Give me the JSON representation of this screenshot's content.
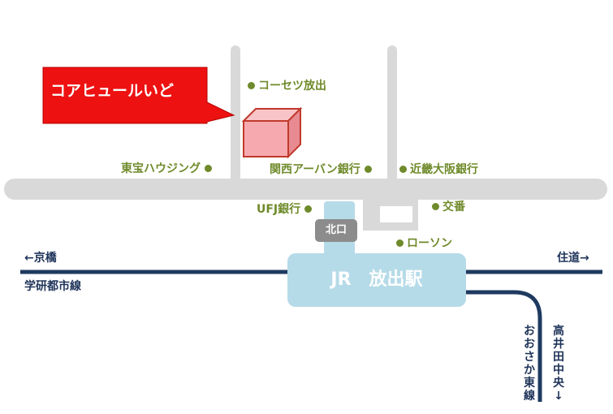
{
  "colors": {
    "road": "#d9d9d9",
    "railway": "#1f3a5f",
    "station": "#b6dbe8",
    "exit_box": "#8c8c8c",
    "landmark_text": "#6f8a2a",
    "callout": "#ee1111",
    "building": "#f4a6aa"
  },
  "callout": {
    "label": "コアヒュールいど"
  },
  "station": {
    "name": "JR　放出駅",
    "exit": "北口"
  },
  "landmarks": {
    "kosetsu": "コーセツ放出",
    "toho_housing": "東宝ハウジング",
    "kansai_urban_bank": "関西アーバン銀行",
    "kinki_osaka_bank": "近畿大阪銀行",
    "ufj_bank": "UFJ銀行",
    "police_box": "交番",
    "lawson": "ローソン"
  },
  "railway": {
    "left_direction": "←京橋",
    "right_direction": "住道→",
    "line_name": "学研都市線",
    "branch_line_name": "おおさか東線",
    "branch_direction": "高井田中央↓"
  },
  "icons": [
    "map-pin-dot-icon",
    "building-cube-icon"
  ]
}
